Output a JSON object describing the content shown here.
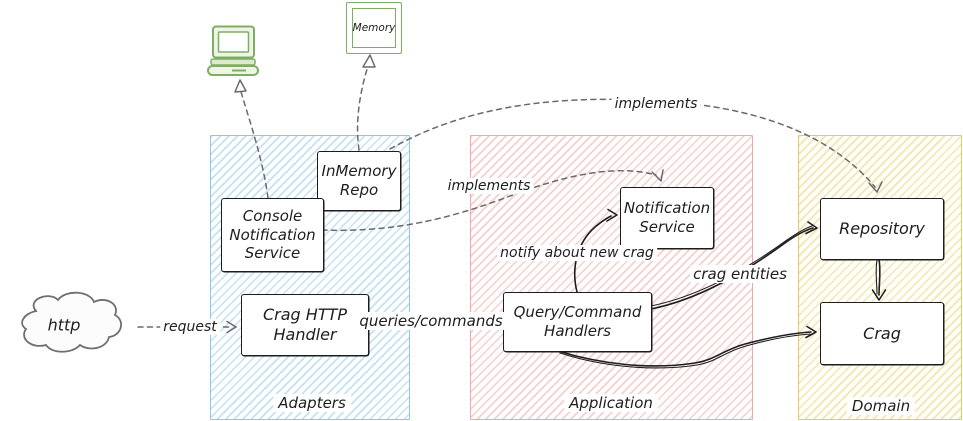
{
  "regions": {
    "adapters": {
      "label": "Adapters"
    },
    "application": {
      "label": "Application"
    },
    "domain": {
      "label": "Domain"
    }
  },
  "nodes": {
    "memory": "Memory",
    "inmemory_repo": "InMemory\nRepo",
    "console_notification_service": "Console\nNotification\nService",
    "crag_http_handler": "Crag HTTP\nHandler",
    "query_command_handlers": "Query/Command\nHandlers",
    "notification_service": "Notification\nService",
    "repository": "Repository",
    "crag": "Crag",
    "http_cloud": "http"
  },
  "edges": {
    "request": "request",
    "queries_commands": "queries/commands",
    "implements_repo": "implements",
    "implements_notification": "implements",
    "notify_new_crag": "notify about new crag",
    "crag_entities": "crag entities"
  },
  "icons": {
    "laptop": "laptop-icon",
    "memory_chip": "memory-chip-icon",
    "cloud": "cloud-shape"
  },
  "colors": {
    "ink": "#1e1e1e",
    "dashed_gray": "#6a6a6a",
    "green": "#7fae63",
    "adapters_border": "#92c6e8",
    "adapters_hatch": "#c5e2f3",
    "application_border": "#efa7a7",
    "application_hatch": "#f6cfcf",
    "domain_border": "#e5c963",
    "domain_hatch": "#f2e7b4"
  }
}
